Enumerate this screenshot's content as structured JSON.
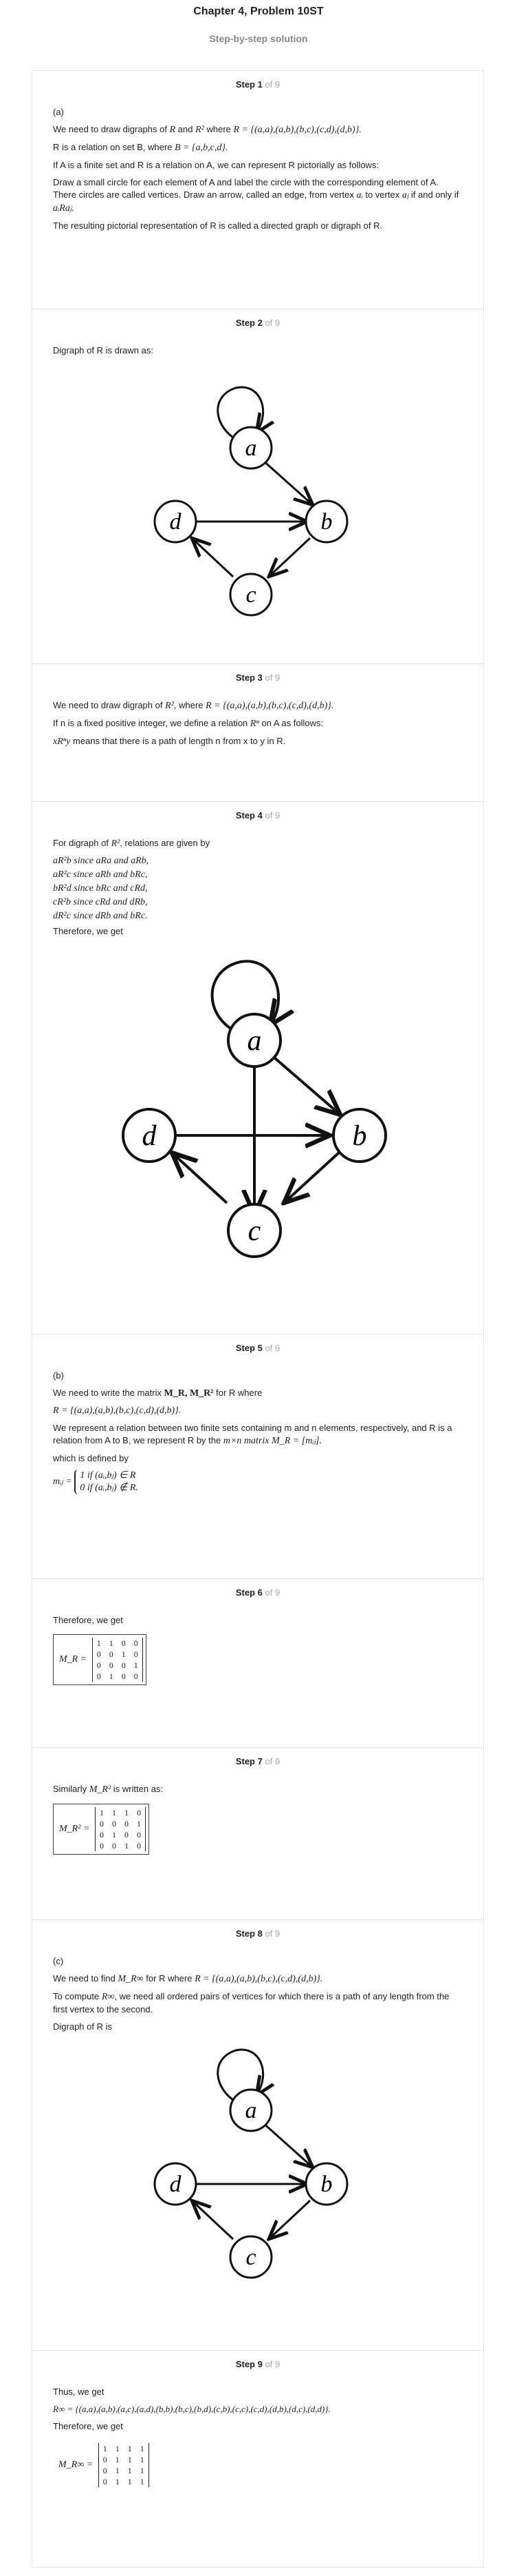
{
  "header": {
    "title": "Chapter 4, Problem 10ST",
    "subtitle": "Step-by-step solution"
  },
  "step_word": "Step",
  "of_word": "of",
  "total_steps": "9",
  "steps": [
    {
      "num": "1",
      "part": "(a)",
      "lines": {
        "l1a": "We need to draw digraphs of",
        "l1b": "R",
        "l1c": "and",
        "l1d": "R²",
        "l1e": "where",
        "l1f": "R = {(a,a),(a,b),(b,c),(c,d),(d,b)}.",
        "l2a": "R is a relation on set B, where",
        "l2b": "B = {a,b,c,d}.",
        "l3": "If A is a finite set and R is a relation on A, we can represent R pictorially as follows:",
        "l4": "Draw a small circle for each element of A and label the circle with the corresponding element of A. There circles are called vertices. Draw an arrow, called an edge, from vertex",
        "l4b": "aᵢ",
        "l4c": "to vertex",
        "l5a": "aⱼ",
        "l5b": "if and only if",
        "l5c": "aᵢRaⱼ.",
        "l6": "The resulting pictorial representation of R is called a directed graph or digraph of R."
      }
    },
    {
      "num": "2",
      "text": "Digraph of R is drawn as:",
      "nodes": {
        "a": "a",
        "b": "b",
        "c": "c",
        "d": "d"
      }
    },
    {
      "num": "3",
      "l1a": "We need to draw digraph of",
      "l1b": "R²",
      "l1c": ", where",
      "l1d": "R = {(a,a),(a,b),(b,c),(c,d),(d,b)}.",
      "l2a": "If n is a fixed positive integer, we define a relation",
      "l2b": "Rⁿ",
      "l2c": "on A as follows:",
      "l3a": "xRⁿy",
      "l3b": "means that there is a path of length n from x to y in R."
    },
    {
      "num": "4",
      "l1a": "For digraph of",
      "l1b": "R²",
      "l1c": ", relations are given by",
      "rels": [
        "aR²b since aRa and aRb,",
        "aR²c since aRb and bRc,",
        "bR²d since bRc and cRd,",
        "cR²b since cRd and dRb,",
        "dR²c since dRb and bRc."
      ],
      "therefore": "Therefore, we get",
      "nodes": {
        "a": "a",
        "b": "b",
        "c": "c",
        "d": "d"
      }
    },
    {
      "num": "5",
      "part": "(b)",
      "l1a": "We need to write the matrix",
      "l1b": "M_R, M_R²",
      "l1c": "for R where",
      "l2": "R = {(a,a),(a,b),(b,c),(c,d),(d,b)}.",
      "l3a": "We represent a relation between two finite sets containing m and n elements, respectively, and R is a relation from A to B, we represent R by the",
      "l3b": "m×n matrix",
      "l3c": "M_R = [mᵢⱼ].",
      "l4": "which is defined by",
      "def_lhs": "mᵢⱼ =",
      "def_1": "1 if (aᵢ,bⱼ) ∈ R",
      "def_2": "0 if (aᵢ,bⱼ) ∉ R."
    },
    {
      "num": "6",
      "text": "Therefore, we get",
      "label": "M_R =",
      "matrix": [
        [
          "1",
          "1",
          "0",
          "0"
        ],
        [
          "0",
          "0",
          "1",
          "0"
        ],
        [
          "0",
          "0",
          "0",
          "1"
        ],
        [
          "0",
          "1",
          "0",
          "0"
        ]
      ]
    },
    {
      "num": "7",
      "text_a": "Similarly",
      "text_b": "M_R²",
      "text_c": "is written as:",
      "label": "M_R² =",
      "matrix": [
        [
          "1",
          "1",
          "1",
          "0"
        ],
        [
          "0",
          "0",
          "0",
          "1"
        ],
        [
          "0",
          "1",
          "0",
          "0"
        ],
        [
          "0",
          "0",
          "1",
          "0"
        ]
      ]
    },
    {
      "num": "8",
      "part": "(c)",
      "l1a": "We need to find",
      "l1b": "M_R∞",
      "l1c": "for R where",
      "l1d": "R = {(a,a),(a,b),(b,c),(c,d),(d,b)}.",
      "l2a": "To compute",
      "l2b": "R∞",
      "l2c": ", we need all ordered pairs of vertices for which there is a path of any length from the first vertex to the second.",
      "l3": "Digraph of R is",
      "nodes": {
        "a": "a",
        "b": "b",
        "c": "c",
        "d": "d"
      }
    },
    {
      "num": "9",
      "l1": "Thus, we get",
      "l2": "R∞ = {(a,a),(a,b),(a,c),(a,d),(b,b),(b,c),(b,d),(c,b),(c,c),(c,d),(d,b),(d,c),(d,d)}.",
      "l3": "Therefore, we get",
      "label": "M_R∞ =",
      "matrix": [
        [
          "1",
          "1",
          "1",
          "1"
        ],
        [
          "0",
          "1",
          "1",
          "1"
        ],
        [
          "0",
          "1",
          "1",
          "1"
        ],
        [
          "0",
          "1",
          "1",
          "1"
        ]
      ]
    }
  ]
}
